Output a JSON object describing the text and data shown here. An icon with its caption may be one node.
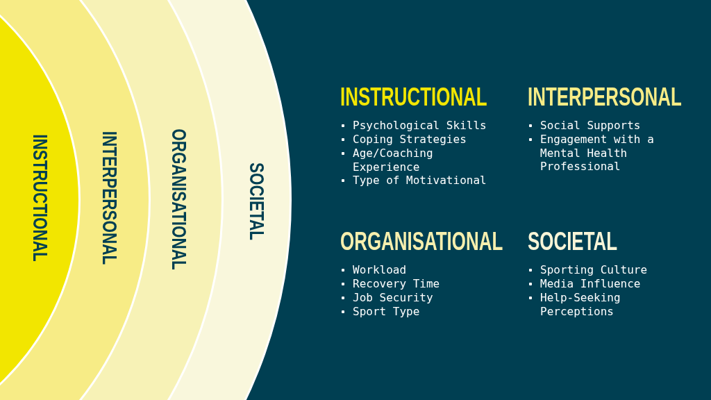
{
  "diagram": {
    "nodes": [
      {
        "text": [
          "SOCIETAL"
        ]
      },
      {
        "text": [
          "ORGANISATIONAL"
        ],
        "in": 0
      },
      {
        "text": [
          "INTERPERSONAL"
        ],
        "in": 1
      },
      {
        "text": [
          "INSTRUCTIONAL"
        ],
        "in": 2
      }
    ],
    "labels": [
      "INSTRUCTIONAL",
      "Psychological Skills",
      "Coping Strategies",
      "Age/Coaching Experience",
      "Type of Motivational",
      "INTERPERSONAL",
      "Social Supports",
      "Engagement with a Mental Health Professional",
      "ORGANISATIONAL",
      "Workload",
      "Recovery Time",
      "Job Security",
      "Sport Type",
      "SOCIETAL",
      "Sporting Culture",
      "Media Influence",
      "Help-Seeking Perceptions"
    ]
  }
}
